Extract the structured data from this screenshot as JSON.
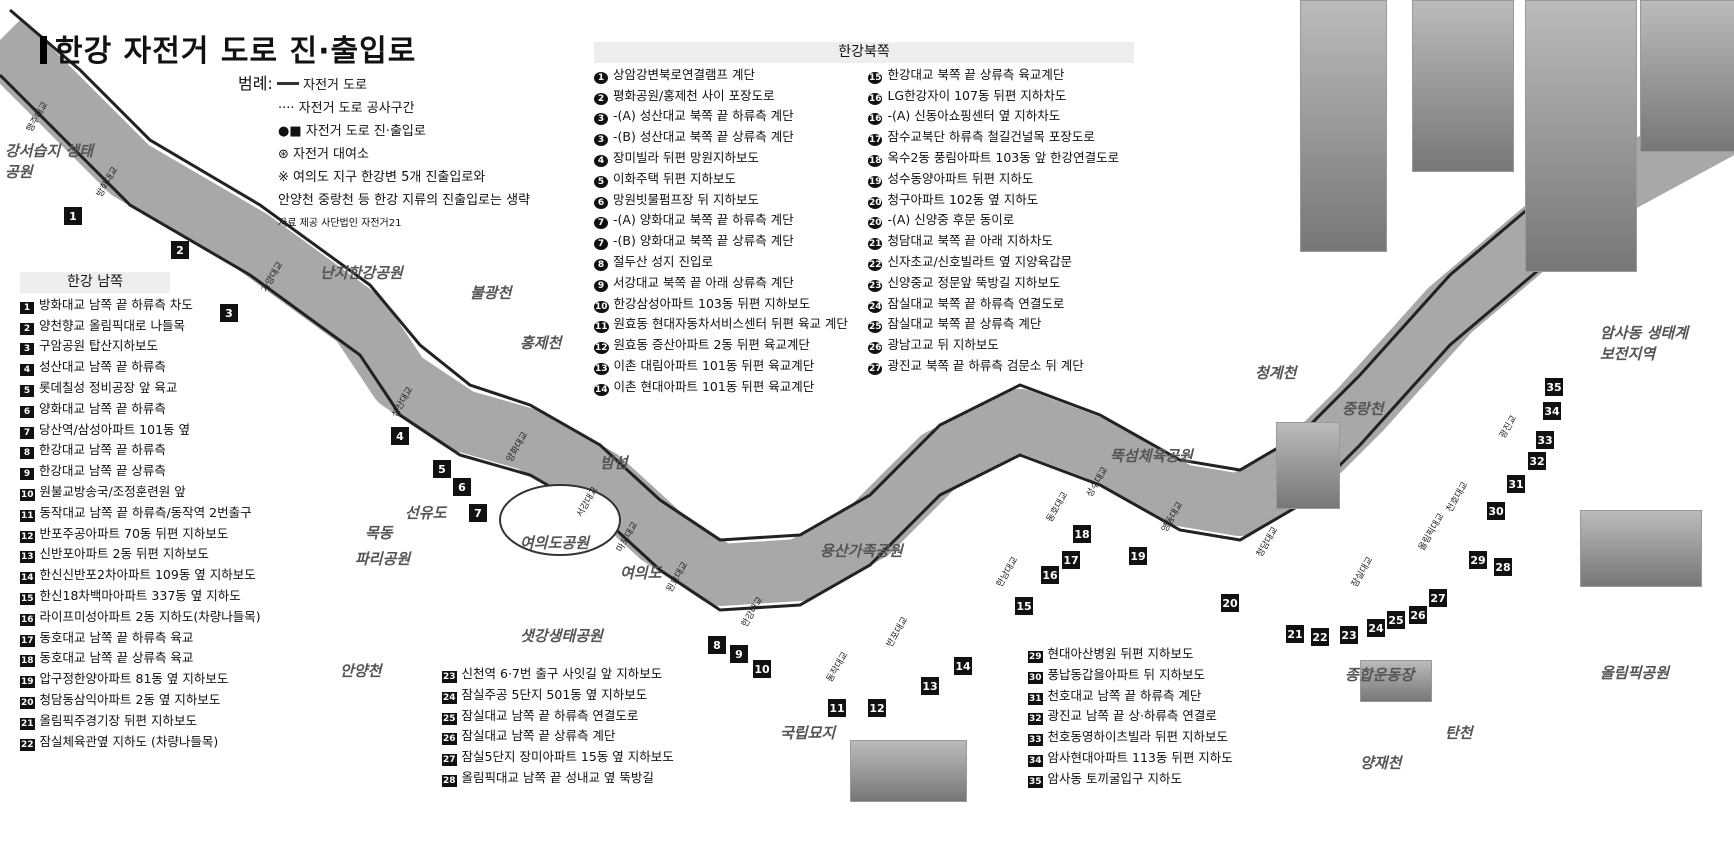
{
  "title": "한강 자전거 도로 진·출입로",
  "legend": {
    "label": "범례:",
    "items": [
      "자전거 도로",
      "자전거 도로 공사구간",
      "자전거 도로 진·출입로",
      "자전거 대여소"
    ],
    "note1": "※ 여의도 지구 한강변 5개 진출입로와",
    "note2": "안양천 중랑천 등 한강 지류의 진출입로는 생략",
    "source": "자료 제공 사단법인 자전거21"
  },
  "south": {
    "heading": "한강 남쪽",
    "items": [
      {
        "n": "1",
        "t": "방화대교 남쪽 끝 하류측 차도"
      },
      {
        "n": "2",
        "t": "양천향교 올림픽대로 나들목"
      },
      {
        "n": "3",
        "t": "구암공원 탑산지하보도"
      },
      {
        "n": "4",
        "t": "성산대교 남쪽 끝 하류측"
      },
      {
        "n": "5",
        "t": "롯데칠성 정비공장 앞 육교"
      },
      {
        "n": "6",
        "t": "양화대교 남쪽 끝 하류측"
      },
      {
        "n": "7",
        "t": "당산역/삼성아파트 101동 옆"
      },
      {
        "n": "8",
        "t": "한강대교 남쪽 끝 하류측"
      },
      {
        "n": "9",
        "t": "한강대교 남쪽 끝 상류측"
      },
      {
        "n": "10",
        "t": "원불교방송국/조정훈련원 앞"
      },
      {
        "n": "11",
        "t": "동작대교 남쪽 끝 하류측/동작역 2번출구"
      },
      {
        "n": "12",
        "t": "반포주공아파트 70동 뒤편 지하보도"
      },
      {
        "n": "13",
        "t": "신반포아파트 2동 뒤편 지하보도"
      },
      {
        "n": "14",
        "t": "한신신반포2차아파트 109동 옆 지하보도"
      },
      {
        "n": "15",
        "t": "한신18차백마아파트 337동 옆 지하도"
      },
      {
        "n": "16",
        "t": "라이프미성아파트 2동 지하도(차량나들목)"
      },
      {
        "n": "17",
        "t": "동호대교 남쪽 끝 하류측 육교"
      },
      {
        "n": "18",
        "t": "동호대교 남쪽 끝 상류측 육교"
      },
      {
        "n": "19",
        "t": "압구정한양아파트 81동 옆 지하보도"
      },
      {
        "n": "20",
        "t": "청담동삼익아파트 2동 옆 지하보도"
      },
      {
        "n": "21",
        "t": "올림픽주경기장 뒤편 지하보도"
      },
      {
        "n": "22",
        "t": "잠실체육관옆 지하도 (차량나들목)"
      }
    ],
    "items2": [
      {
        "n": "23",
        "t": "신천역 6·7번 출구 사잇길 앞 지하보도"
      },
      {
        "n": "24",
        "t": "잠실주공 5단지 501동 옆 지하보도"
      },
      {
        "n": "25",
        "t": "잠실대교 남쪽 끝 하류측 연결도로"
      },
      {
        "n": "26",
        "t": "잠실대교 남쪽 끝 상류측 계단"
      },
      {
        "n": "27",
        "t": "잠실5단지 장미아파트 15동 옆 지하보도"
      },
      {
        "n": "28",
        "t": "올림픽대교 남쪽 끝 성내교 옆 뚝방길"
      }
    ],
    "items3": [
      {
        "n": "29",
        "t": "현대아산병원 뒤편 지하보도"
      },
      {
        "n": "30",
        "t": "풍납동갑을아파트 뒤 지하보도"
      },
      {
        "n": "31",
        "t": "천호대교 남쪽 끝 하류측 계단"
      },
      {
        "n": "32",
        "t": "광진교 남쪽 끝 상·하류측 연결로"
      },
      {
        "n": "33",
        "t": "천호동영하이츠빌라 뒤편 지하보도"
      },
      {
        "n": "34",
        "t": "암사현대아파트 113동 뒤편 지하도"
      },
      {
        "n": "35",
        "t": "암사동 토끼굴입구 지하도"
      }
    ]
  },
  "north": {
    "heading": "한강북쪽",
    "col1": [
      {
        "n": "1",
        "t": "상암강변북로연결램프 계단"
      },
      {
        "n": "2",
        "t": "평화공원/홍제천 사이 포장도로"
      },
      {
        "n": "3",
        "t": "-(A) 성산대교 북쪽 끝 하류측 계단"
      },
      {
        "n": "3",
        "t": "-(B) 성산대교 북쪽 끝 상류측 계단"
      },
      {
        "n": "4",
        "t": "장미빌라 뒤편 망원지하보도"
      },
      {
        "n": "5",
        "t": "이화주택 뒤편 지하보도"
      },
      {
        "n": "6",
        "t": "망원빗물펌프장 뒤 지하보도"
      },
      {
        "n": "7",
        "t": "-(A) 양화대교 북쪽 끝 하류측 계단"
      },
      {
        "n": "7",
        "t": "-(B) 양화대교 북쪽 끝 상류측 계단"
      },
      {
        "n": "8",
        "t": "절두산 성지 진입로"
      },
      {
        "n": "9",
        "t": "서강대교 북쪽 끝 아래 상류측 계단"
      },
      {
        "n": "10",
        "t": "한강삼성아파트 103동 뒤편 지하보도"
      },
      {
        "n": "11",
        "t": "원효동 현대자동차서비스센터 뒤편 육교 계단"
      },
      {
        "n": "12",
        "t": "원효동 증산아파트 2동 뒤편 육교계단"
      },
      {
        "n": "13",
        "t": "이촌 대림아파트 101동 뒤편 육교계단"
      },
      {
        "n": "14",
        "t": "이촌 현대아파트 101동 뒤편 육교계단"
      }
    ],
    "col2": [
      {
        "n": "15",
        "t": "한강대교 북쪽 끝 상류측 육교계단"
      },
      {
        "n": "16",
        "t": "LG한강자이 107동 뒤편 지하차도"
      },
      {
        "n": "16",
        "t": "-(A) 신동아쇼핑센터 옆 지하차도"
      },
      {
        "n": "17",
        "t": "잠수교북단 하류측 철길건널목 포장도로"
      },
      {
        "n": "18",
        "t": "옥수2동 풍림아파트 103동 앞 한강연결도로"
      },
      {
        "n": "19",
        "t": "성수동양아파트 뒤편 지하도"
      },
      {
        "n": "20",
        "t": "청구아파트 102동 옆 지하도"
      },
      {
        "n": "20",
        "t": "-(A) 신양중 후문 동이로"
      },
      {
        "n": "21",
        "t": "청담대교 북쪽 끝 아래 지하차도"
      },
      {
        "n": "22",
        "t": "신자초교/신호빌라트 옆 지양육갑문"
      },
      {
        "n": "23",
        "t": "신양중교 정문앞 뚝방길 지하보도"
      },
      {
        "n": "24",
        "t": "잠실대교 북쪽 끝 하류측 연결도로"
      },
      {
        "n": "25",
        "t": "잠실대교 북쪽 끝 상류측 계단"
      },
      {
        "n": "26",
        "t": "광남고교 뒤 지하보도"
      },
      {
        "n": "27",
        "t": "광진교 북쪽 끝 하류측 검문소 뒤 계단"
      }
    ]
  },
  "places": [
    "강서습지 생태공원",
    "난지한강공원",
    "불광천",
    "홍제천",
    "선유도",
    "목동",
    "파리공원",
    "안양천",
    "밤섬",
    "여의도",
    "여의도공원",
    "샛강생태공원",
    "용산가족공원",
    "국립묘지",
    "뚝섬체육공원",
    "청계천",
    "중랑천",
    "양재천",
    "탄천",
    "종합운동장",
    "올림픽공원",
    "암사동 생태계보전지역"
  ],
  "bridges": [
    "행주대교",
    "방화대교",
    "가양대교",
    "성산대교",
    "양화대교",
    "서강대교",
    "마포대교",
    "원효대교",
    "한강대교",
    "동작대교",
    "반포대교",
    "한남대교",
    "동호대교",
    "성수대교",
    "영동대교",
    "청담대교",
    "잠실대교",
    "올림픽대교",
    "천호대교",
    "광진교"
  ]
}
